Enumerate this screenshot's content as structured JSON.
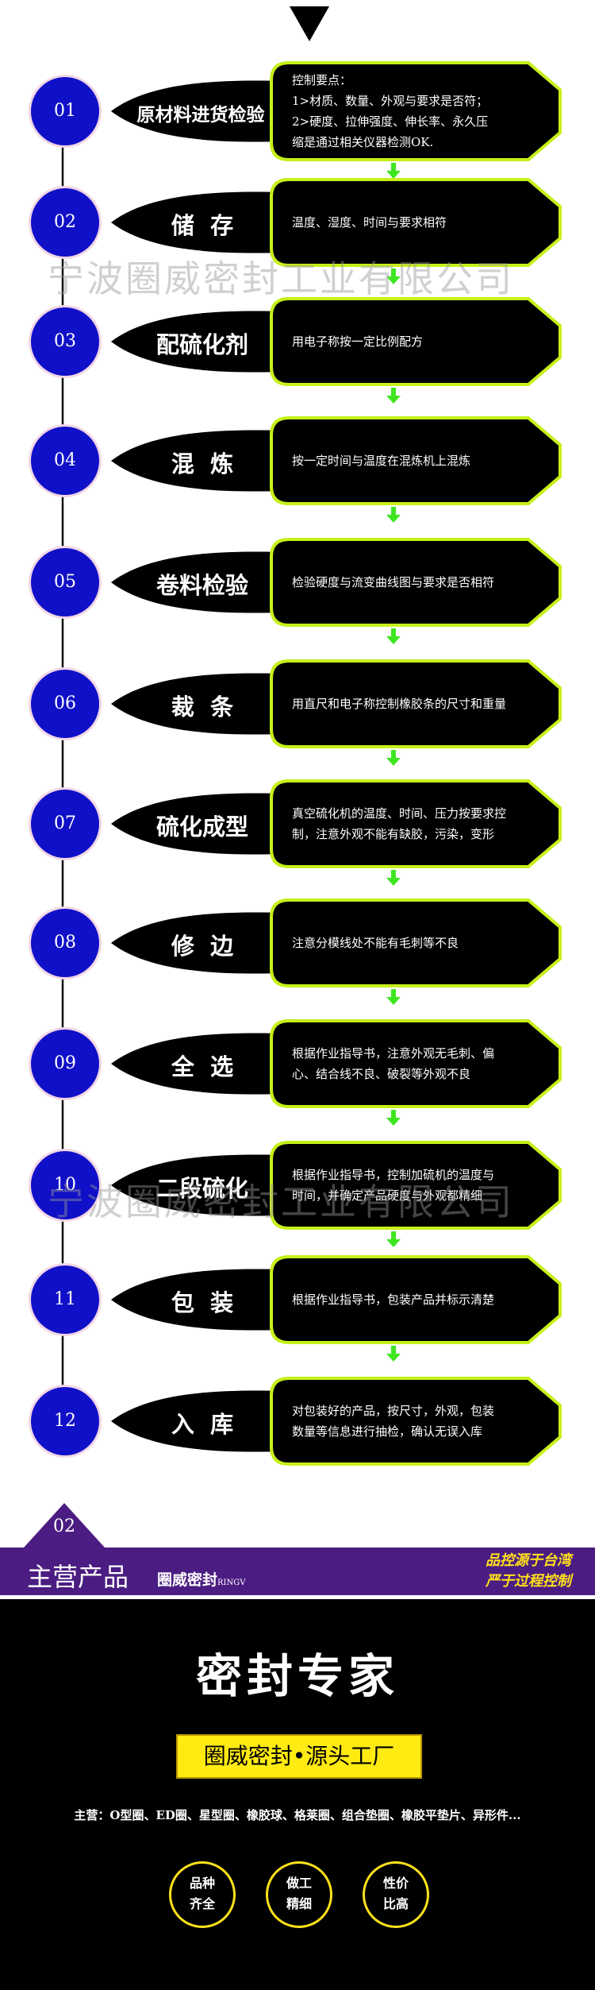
{
  "process": {
    "steps": [
      {
        "num": "01",
        "title": "原材料进货检验",
        "desc": [
          "控制要点：",
          "1>材质、数量、外观与要求是否符；",
          "2>硬度、拉伸强度、伸长率、永久压",
          "缩是通过相关仪器检测OK."
        ]
      },
      {
        "num": "02",
        "title": "储  存",
        "desc": [
          "温度、湿度、时间与要求相符"
        ]
      },
      {
        "num": "03",
        "title": "配硫化剂",
        "desc": [
          "用电子称按一定比例配方"
        ]
      },
      {
        "num": "04",
        "title": "混  炼",
        "desc": [
          "按一定时间与温度在混炼机上混炼"
        ]
      },
      {
        "num": "05",
        "title": "卷料检验",
        "desc": [
          "检验硬度与流变曲线图与要求是否相符"
        ]
      },
      {
        "num": "06",
        "title": "裁  条",
        "desc": [
          "用直尺和电子称控制橡胶条的尺寸和重量"
        ]
      },
      {
        "num": "07",
        "title": "硫化成型",
        "desc": [
          "真空硫化机的温度、时间、压力按要求控",
          "制，注意外观不能有缺胶，污染，变形"
        ]
      },
      {
        "num": "08",
        "title": "修  边",
        "desc": [
          "注意分模线处不能有毛刺等不良"
        ]
      },
      {
        "num": "09",
        "title": "全  选",
        "desc": [
          "根据作业指导书，注意外观无毛刺、偏",
          "心、结合线不良、破裂等外观不良"
        ]
      },
      {
        "num": "10",
        "title": "二段硫化",
        "desc": [
          "根据作业指导书，控制加硫机的温度与",
          "时间，并确定产品硬度与外观都精细"
        ]
      },
      {
        "num": "11",
        "title": "包  装",
        "desc": [
          "根据作业指导书，包装产品并标示清楚"
        ]
      },
      {
        "num": "12",
        "title": "入  库",
        "desc": [
          "对包装好的产品，按尺寸，外观，包装",
          "数量等信息进行抽检，确认无误入库"
        ]
      }
    ],
    "watermark": "宁波圈威密封工业有限公司"
  },
  "section2": {
    "number": "02",
    "title": "主营产品",
    "subtitle": "圈威密封",
    "subtitle_small": "RINGV",
    "promo_tag_line1": "品控源于台湾",
    "promo_tag_line2": "严于过程控制",
    "hero_title": "密封专家",
    "slogan": "圈威密封•源头工厂",
    "products": "主营：O型圈、ED圈、星型圈、橡胶球、格莱圈、组合垫圈、橡胶平垫片、异形件...",
    "features": [
      {
        "line1": "品种",
        "line2": "齐全"
      },
      {
        "line1": "做工",
        "line2": "精细"
      },
      {
        "line1": "性价",
        "line2": "比高"
      }
    ]
  },
  "colors": {
    "badge": "#1010c8",
    "card_border": "#c6f01a",
    "arrow": "#3fe620",
    "accent_purple": "#4b1d82",
    "accent_yellow": "#ffea12"
  }
}
